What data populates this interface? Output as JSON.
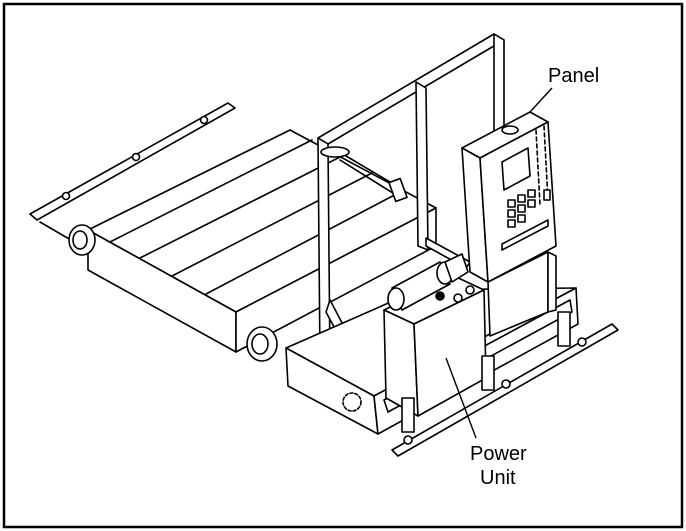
{
  "labels": {
    "panel": "Panel",
    "power_unit_line1": "Power",
    "power_unit_line2": "Unit"
  },
  "colors": {
    "ink": "#000000",
    "paper": "#ffffff",
    "shade": "#d9d9d9"
  }
}
